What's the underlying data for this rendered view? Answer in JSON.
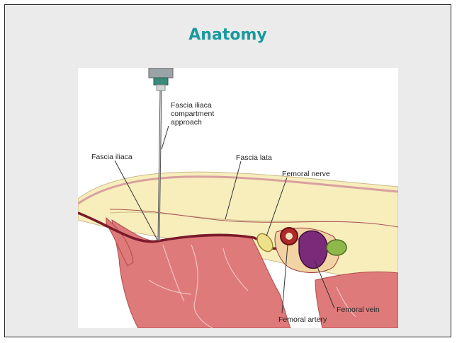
{
  "slide": {
    "title": "Anatomy",
    "title_color": "#1a9a9e"
  },
  "figure": {
    "labels": {
      "fi_approach": "Fascia iliaca\ncompartment\napproach",
      "fascia_iliaca": "Fascia iliaca",
      "fascia_lata": "Fascia lata",
      "femoral_nerve": "Femoral nerve",
      "femoral_vein": "Femoral vein",
      "femoral_artery": "Femoral artery"
    },
    "colors": {
      "fat": "#f7eebc",
      "muscle": "#df7a7a",
      "fascia": "#7a1a2a",
      "vein": "#7b2a7a",
      "artery": "#b02a2a",
      "nerve": "#efe08a",
      "lymph": "#8fb84a"
    }
  }
}
